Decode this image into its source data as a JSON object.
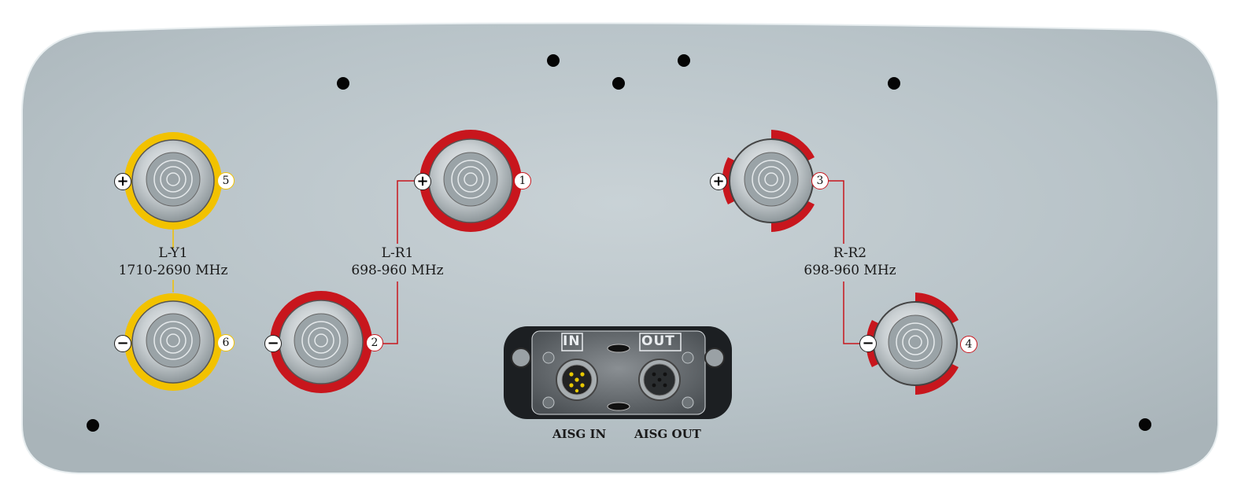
{
  "groups": {
    "ly1": {
      "name": "L-Y1",
      "freq": "1710-2690 MHz",
      "color": "#f2c200"
    },
    "lr1": {
      "name": "L-R1",
      "freq": "698-960 MHz",
      "color": "#c8161d"
    },
    "rr2": {
      "name": "R-R2",
      "freq": "698-960 MHz",
      "color": "#c8161d"
    }
  },
  "ports": {
    "p1": {
      "number": "1",
      "polarity": "+"
    },
    "p2": {
      "number": "2",
      "polarity": "−"
    },
    "p3": {
      "number": "3",
      "polarity": "+"
    },
    "p4": {
      "number": "4",
      "polarity": "−"
    },
    "p5": {
      "number": "5",
      "polarity": "+"
    },
    "p6": {
      "number": "6",
      "polarity": "−"
    }
  },
  "aisg": {
    "plate_in": "IN",
    "plate_out": "OUT",
    "in_label": "AISG IN",
    "out_label": "AISG OUT"
  },
  "colors": {
    "panel": "#b9c4c9",
    "red": "#c8161d",
    "yellow": "#f2c200"
  }
}
